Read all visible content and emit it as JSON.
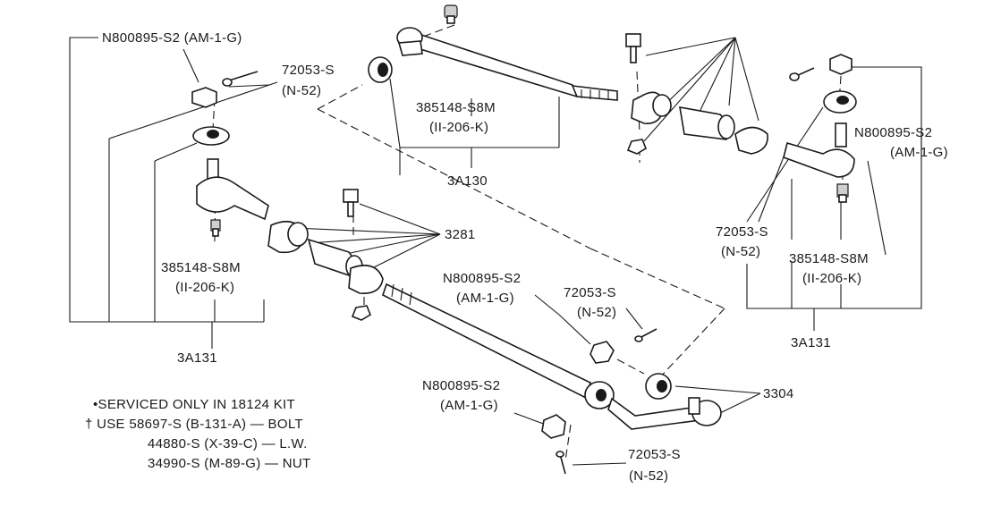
{
  "callouts": {
    "nut_top_left": "N800895-S2 (AM-1-G)",
    "pin_top_left_1": "72053-S",
    "pin_top_left_2": "(N-52)",
    "rod_top_1": "385148-S8M",
    "rod_top_2": "(II-206-K)",
    "assy_top": "3A130",
    "nut_right_1": "N800895-S2",
    "nut_right_2": "(AM-1-G)",
    "pin_right_1": "72053-S",
    "pin_right_2": "(N-52)",
    "rod_right_1": "385148-S8M",
    "rod_right_2": "(II-206-K)",
    "assy_right": "3A131",
    "clamp_center": "3281",
    "rod_left_1": "385148-S8M",
    "rod_left_2": "(II-206-K)",
    "assy_left": "3A131",
    "nut_mid_1": "N800895-S2",
    "nut_mid_2": "(AM-1-G)",
    "pin_mid_1": "72053-S",
    "pin_mid_2": "(N-52)",
    "nut_bottom_1": "N800895-S2",
    "nut_bottom_2": "(AM-1-G)",
    "pin_bottom_1": "72053-S",
    "pin_bottom_2": "(N-52)",
    "seal_right": "3304"
  },
  "notes": {
    "line1": "•SERVICED ONLY IN 18124 KIT",
    "line2": "† USE 58697-S (B-131-A) — BOLT",
    "line3": "44880-S (X-39-C) — L.W.",
    "line4": "34990-S (M-89-G) — NUT"
  }
}
